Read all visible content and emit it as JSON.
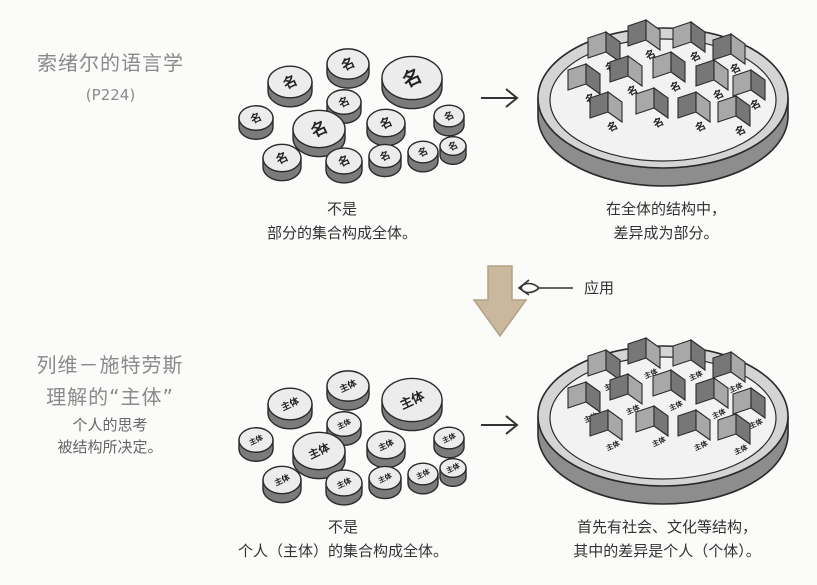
{
  "section1": {
    "title": "索绪尔的语言学",
    "ref": "(P224)",
    "coin_text": "名",
    "left_caption": [
      "不是",
      "部分的集合构成全体。"
    ],
    "right_caption": [
      "在全体的结构中，",
      "差异成为部分。"
    ]
  },
  "apply_label": "应用",
  "section2": {
    "title": [
      "列维－施特劳斯",
      "理解的“主体”"
    ],
    "note": [
      "个人的思考",
      "被结构所决定。"
    ],
    "coin_text": "主体",
    "left_caption": [
      "不是",
      "个人（主体）的集合构成全体。"
    ],
    "right_caption": [
      "首先有社会、文化等结构，",
      "其中的差异是个人（个体）。"
    ]
  },
  "colors": {
    "coin_top": "#ececec",
    "coin_side": "#7b7b7b",
    "outline": "#2a2a2a",
    "arrow_fill": "#c9b89e",
    "wall_dark": "#777777",
    "wall_light": "#a8a8a8"
  }
}
